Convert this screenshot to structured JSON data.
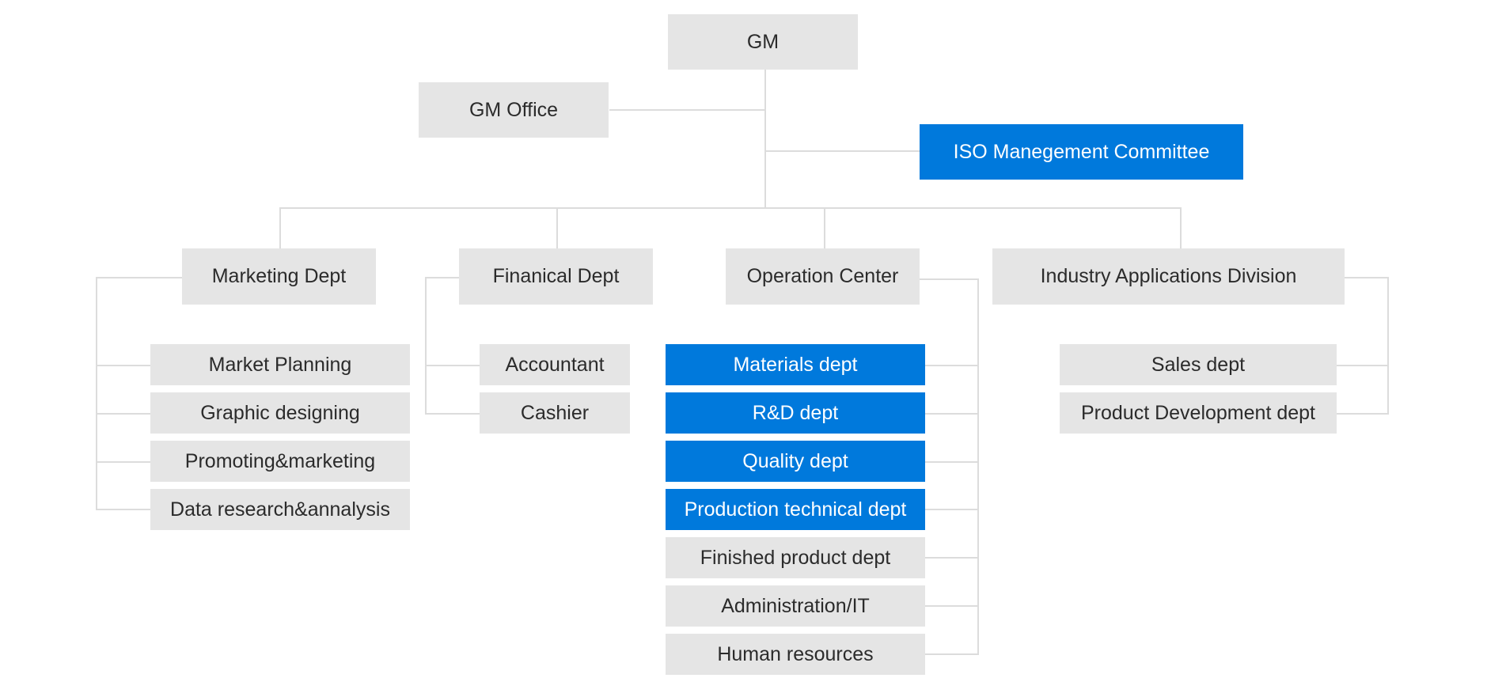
{
  "colors": {
    "box_default": "#e5e5e5",
    "box_highlight": "#0079dc",
    "connector": "#dcdcdc",
    "text_default": "#2b2b2b",
    "text_highlight": "#ffffff"
  },
  "org": {
    "gm": "GM",
    "gm_office": "GM Office",
    "iso_committee": "ISO Manegement Committee",
    "marketing": {
      "label": "Marketing Dept",
      "children": [
        "Market Planning",
        "Graphic designing",
        "Promoting&marketing",
        "Data research&annalysis"
      ]
    },
    "financial": {
      "label": "Finanical Dept",
      "children": [
        "Accountant",
        "Cashier"
      ]
    },
    "operation": {
      "label": "Operation Center",
      "children": [
        "Materials dept",
        "R&D dept",
        "Quality dept",
        "Production technical dept",
        "Finished product dept",
        "Administration/IT",
        "Human resources"
      ]
    },
    "industry": {
      "label": "Industry Applications Division",
      "children": [
        "Sales dept",
        "Product Development dept"
      ]
    }
  }
}
